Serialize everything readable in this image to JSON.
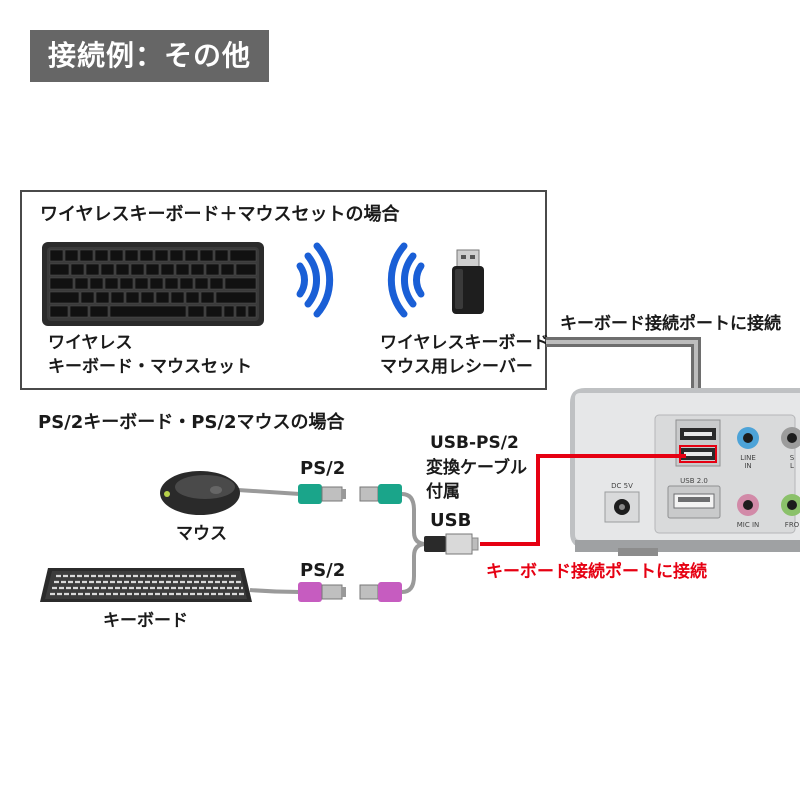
{
  "title": "接続例：その他",
  "wireless_section": {
    "heading": "ワイヤレスキーボード＋マウスセットの場合",
    "keyboard_label_line1": "ワイヤレス",
    "keyboard_label_line2": "キーボード・マウスセット",
    "receiver_label_line1": "ワイヤレスキーボード・",
    "receiver_label_line2": "マウス用レシーバー"
  },
  "port_callout_top": "キーボード接続ポートに接続",
  "ps2_section": {
    "heading": "PS/2キーボード・PS/2マウスの場合",
    "mouse_label": "マウス",
    "keyboard_label": "キーボード",
    "ps2_label_top": "PS/2",
    "ps2_label_bottom": "PS/2",
    "cable_label_line1": "USB-PS/2",
    "cable_label_line2": "変換ケーブル",
    "cable_label_line3": "付属",
    "usb_label": "USB"
  },
  "port_callout_red": "キーボード接続ポートに接続",
  "device": {
    "usb_label": "USB 2.0",
    "dc_label": "DC 5V",
    "jack_labels": [
      "LINE",
      "IN",
      "MIC IN",
      "S",
      "L",
      "FRO"
    ]
  },
  "colors": {
    "accent_red": "#e60012",
    "signal_blue": "#1a5fd6",
    "ps2_green": "#1aa58a",
    "ps2_purple": "#c65cc0",
    "arrow_gray": "#6e6e6e"
  }
}
